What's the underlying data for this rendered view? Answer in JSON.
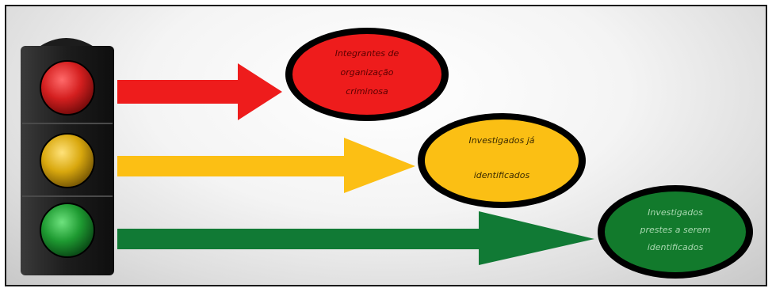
{
  "diagram": {
    "nodes": [
      {
        "key": "red",
        "lines": [
          "Integrantes de",
          "organização",
          "criminosa"
        ],
        "fill": "#ee1c1c",
        "text_color": "#5a0000"
      },
      {
        "key": "yellow",
        "lines": [
          "Investigados  já",
          "identificados"
        ],
        "fill": "#fbbf14",
        "text_color": "#3a2a00"
      },
      {
        "key": "green",
        "lines": [
          "Investigados",
          "prestes a serem",
          "identificados"
        ],
        "fill": "#127a2c",
        "text_color": "#a8d8b0"
      }
    ],
    "arrow_colors": [
      "#ee1c1c",
      "#fcbf14",
      "#117a35"
    ],
    "traffic_light": {
      "housing_color": "#1c1c1c",
      "lamp_colors": [
        "#d41f1f",
        "#d9a80e",
        "#1e9a31"
      ]
    }
  }
}
